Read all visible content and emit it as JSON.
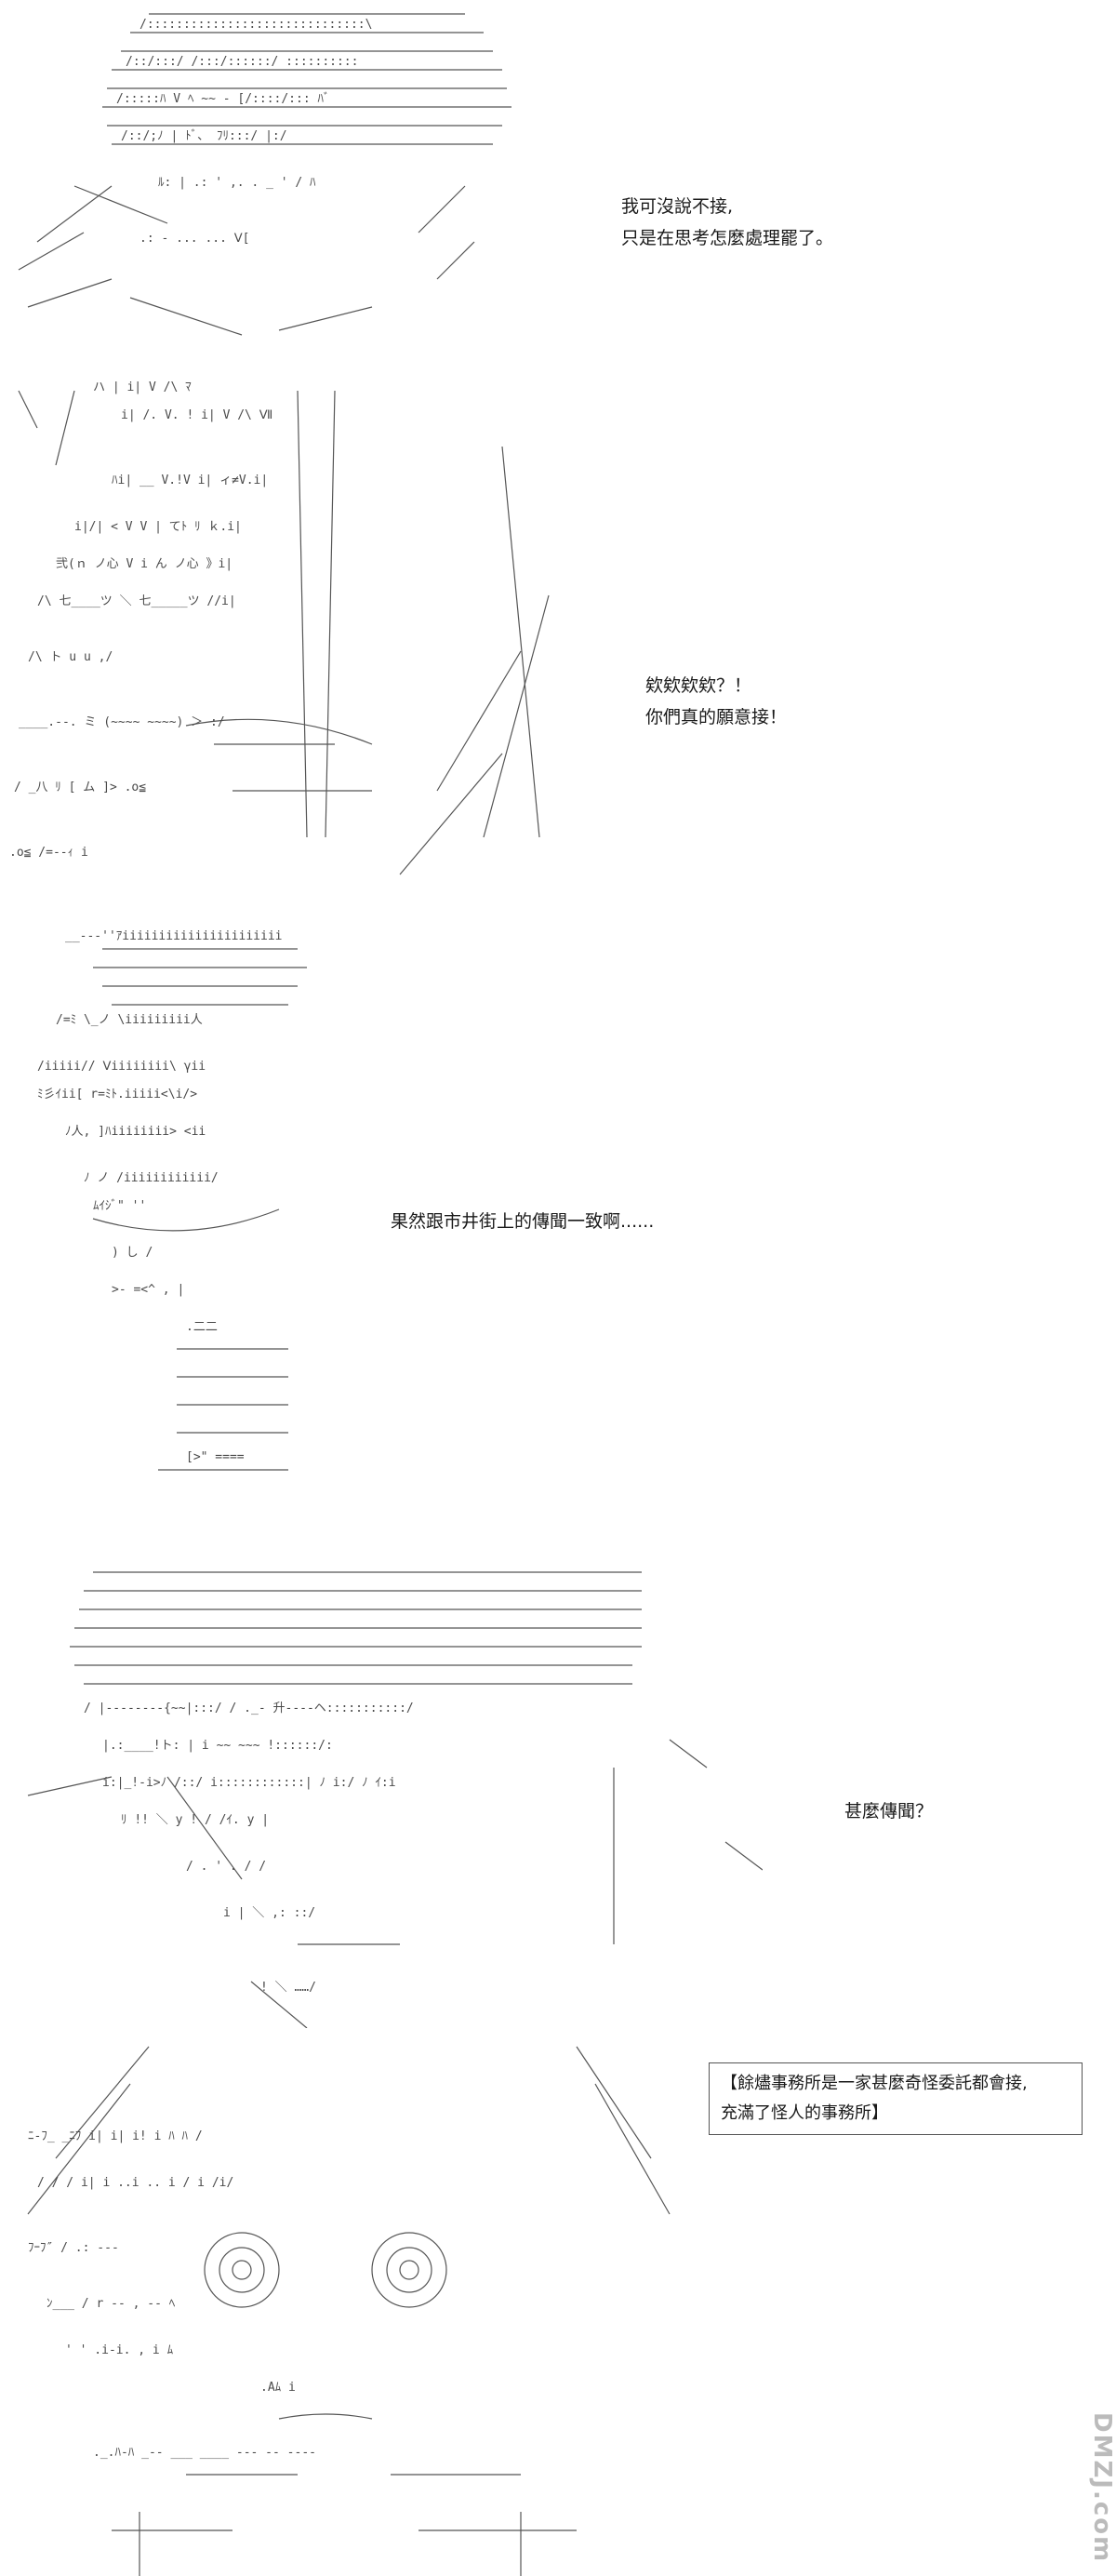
{
  "panels": [
    {
      "lines": [
        "我可沒說不接,",
        "只是在思考怎麼處理罷了。"
      ]
    },
    {
      "lines": [
        "欸欸欸欸？！",
        "你們真的願意接！"
      ]
    },
    {
      "lines": [
        "果然跟市井街上的傳聞一致啊......"
      ]
    },
    {
      "lines": [
        "甚麼傳聞？"
      ]
    },
    {
      "lines": [
        "【餘燼事務所是一家甚麼奇怪委託都會接,",
        "充滿了怪人的事務所】"
      ]
    }
  ],
  "watermark": "DMZJ.com"
}
